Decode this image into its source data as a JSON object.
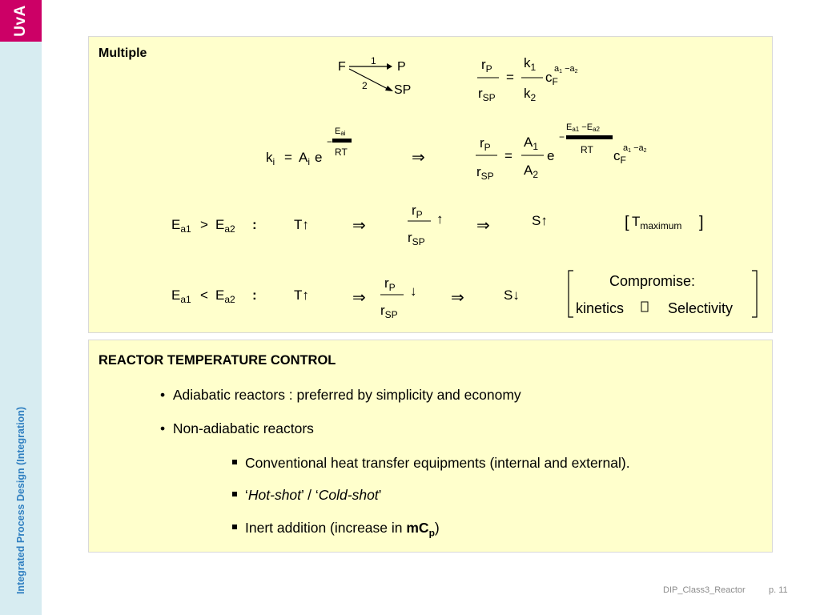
{
  "logo": {
    "text": "UvA"
  },
  "sidebar": {
    "text": "Integrated Process Design  (Integration)"
  },
  "panel1": {
    "heading": "Multiple"
  },
  "panel2": {
    "heading": "REACTOR TEMPERATURE CONTROL",
    "bullets": [
      "Adiabatic reactors : preferred by simplicity and economy",
      "Non-adiabatic reactors"
    ],
    "sub_items": {
      "conventional": "Conventional heat transfer equipments (internal and external).",
      "hot_shot": "Hot-shot",
      "slash": " / ",
      "cold_shot": "Cold-shot",
      "inert_prefix": "Inert addition (increase in ",
      "inert_bold": "mC",
      "inert_sub": "p",
      "inert_suffix": ")"
    }
  },
  "footer": {
    "doc": "DIP_Class3_Reactor",
    "page": "p. 11"
  },
  "colors": {
    "logo": "#cc0066",
    "sidebar_bg": "#d7ecf1",
    "sidebar_text": "#2f7fc1",
    "panel_bg": "#ffffcc"
  }
}
